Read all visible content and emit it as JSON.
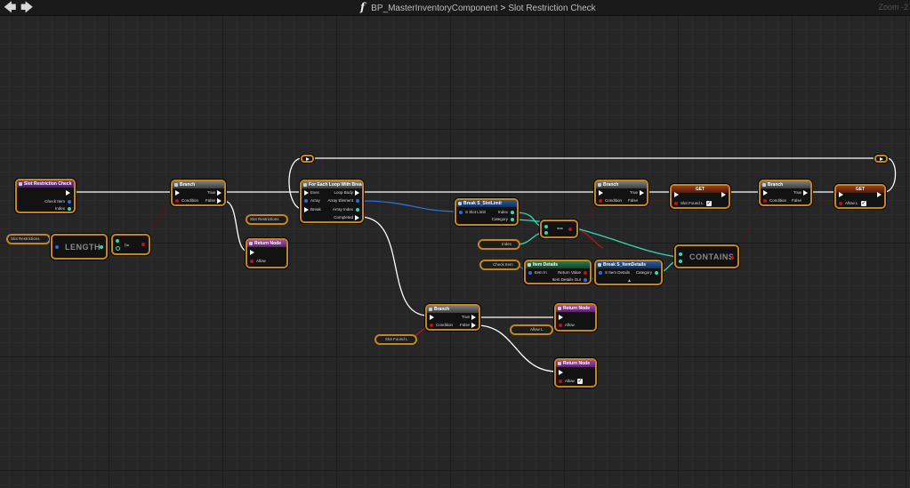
{
  "toolbar": {
    "back_icon": "back-arrow-icon",
    "forward_icon": "forward-arrow-icon",
    "function_glyph": "f",
    "breadcrumb_parent": "BP_MasterInventoryComponent",
    "breadcrumb_separator": ">",
    "breadcrumb_current": "Slot Restriction Check",
    "zoom": "Zoom -2"
  },
  "colors": {
    "background": "#262626",
    "node_border": "#c5851b",
    "exec_wire": "#ffffff",
    "bool_wire": "#b8141a",
    "struct_wire": "#2b6ce0",
    "teal_wire": "#2fdcb1"
  },
  "nodes": {
    "entry": {
      "title": "Slot Restriction Check",
      "check_item": "Check Item",
      "index": "Index"
    },
    "branch1": {
      "title": "Branch",
      "true": "True",
      "false": "False",
      "condition": "Condition"
    },
    "foreach": {
      "title": "For Each Loop With Break",
      "exec": "Exec",
      "array": "Array",
      "break": "Break",
      "loop_body": "Loop Body",
      "array_element": "Array Element",
      "array_index": "Array Index",
      "completed": "Completed"
    },
    "break_slot": {
      "title": "Break S_SlotLimit",
      "input": "S Slot Limit",
      "index": "Index",
      "category": "Category"
    },
    "branch2": {
      "title": "Branch",
      "true": "True",
      "false": "False",
      "condition": "Condition"
    },
    "get1": {
      "title": "GET",
      "label": "Slot Found L"
    },
    "branch3": {
      "title": "Branch",
      "true": "True",
      "false": "False",
      "condition": "Condition"
    },
    "get2": {
      "title": "GET",
      "label": "Allow L"
    },
    "return1": {
      "title": "Return Node",
      "allow": "Allow"
    },
    "length": {
      "label": "LENGTH"
    },
    "not_equal": {
      "label": "!="
    },
    "equal": {
      "label": "=="
    },
    "contains": {
      "label": "CONTAINS"
    },
    "item_details": {
      "title": "Item Details",
      "item_in": "Item In",
      "return_value": "Return Value",
      "item_details_out": "Item Details Out"
    },
    "break_item": {
      "title": "Break S_ItemDetails",
      "input": "S Item Details",
      "category": "Category"
    },
    "branch4": {
      "title": "Branch",
      "true": "True",
      "false": "False",
      "condition": "Condition"
    },
    "return2": {
      "title": "Return Node",
      "allow": "Allow"
    },
    "return3": {
      "title": "Return Node",
      "allow": "Allow"
    }
  },
  "variables": {
    "slot_restrictions_a": "Slot Restrictions",
    "slot_restrictions_b": "Slot Restrictions",
    "index": "Index",
    "check_item": "Check Item",
    "slot_found": "Slot Found L",
    "allow": "Allow L"
  }
}
